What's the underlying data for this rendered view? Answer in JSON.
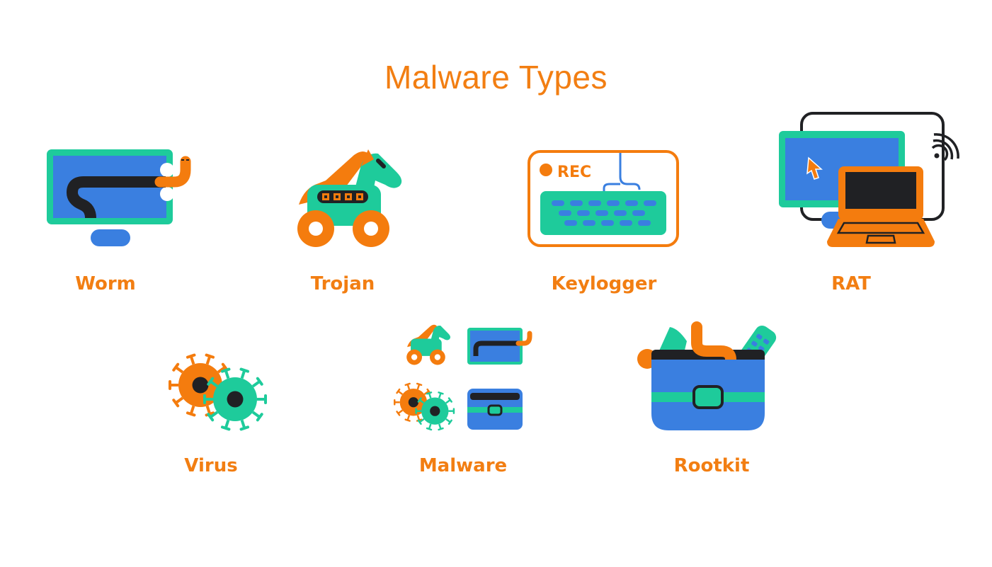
{
  "title": "Malware Types",
  "colors": {
    "orange": "#f47c0e",
    "teal": "#1ecb9b",
    "blue": "#3a7fe0",
    "dark": "#202124",
    "white": "#ffffff"
  },
  "items": [
    {
      "label": "Worm",
      "icon": "worm-monitor-icon"
    },
    {
      "label": "Trojan",
      "icon": "trojan-horse-icon"
    },
    {
      "label": "Keylogger",
      "icon": "keylogger-keyboard-icon",
      "badge": "REC"
    },
    {
      "label": "RAT",
      "icon": "remote-access-laptop-icon"
    },
    {
      "label": "Virus",
      "icon": "virus-cells-icon"
    },
    {
      "label": "Malware",
      "icon": "malware-collection-icon"
    },
    {
      "label": "Rootkit",
      "icon": "rootkit-toolbox-icon"
    }
  ]
}
